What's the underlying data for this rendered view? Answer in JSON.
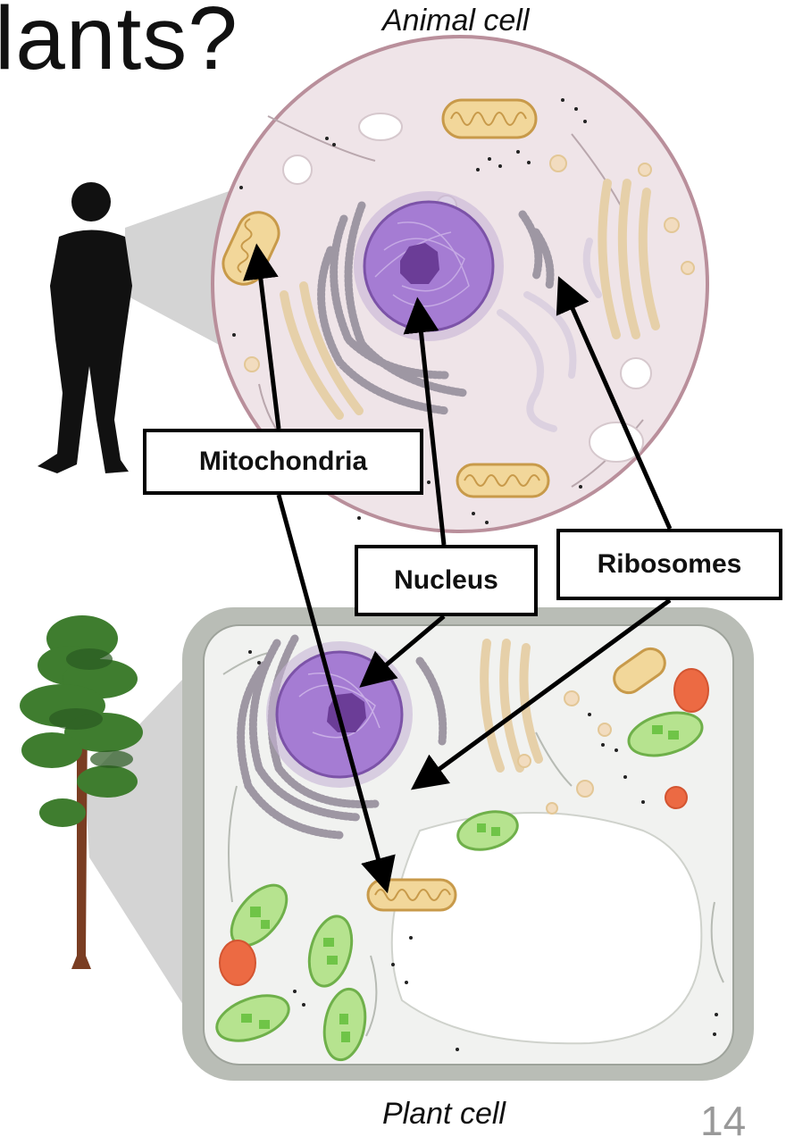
{
  "title_fragment": "lants?",
  "captions": {
    "animal": "Animal cell",
    "plant": "Plant cell"
  },
  "page_number": "14",
  "labels": {
    "mitochondria": "Mitochondria",
    "nucleus": "Nucleus",
    "ribosomes": "Ribosomes"
  },
  "colors": {
    "animal_cytoplasm": "#efe4e8",
    "animal_membrane": "#b98f9b",
    "plant_wall": "#b9bdb6",
    "plant_cytoplasm": "#f1f2f0",
    "nucleus": "#a57cd3",
    "nucleolus": "#6b3d97",
    "mitochondria": "#e8c27a",
    "chloroplast": "#8fd46b",
    "vacuole": "#ffffff",
    "organelle_red": "#ec6a43",
    "arrows": "#000000"
  }
}
